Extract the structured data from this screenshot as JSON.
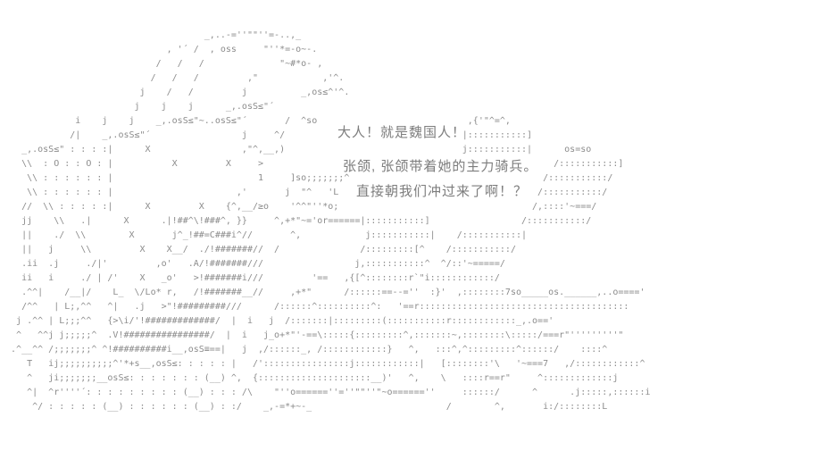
{
  "page": {
    "background_color": "#ffffff",
    "art_color": "#8c8c8c",
    "dialogue_color": "#7d7d7d"
  },
  "dialogue": {
    "line1": "大人！就是魏国人！",
    "line2": "张颌, 张颌带着她的主力骑兵。",
    "line3": "直接朝我们冲过来了啊！？"
  },
  "art": {
    "description": "ascii-art-scene-rider-with-banners-and-cavalry",
    "lines": [
      "",
      "",
      "                                      _,..-=''\"\"''=-..,_",
      "                               , '´ /  , oss     \"''*=-o~-.",
      "                             /   /   /              \"~#*o- ,",
      "                            /   /   /         ,\"            ,'^.",
      "                          j    /   /         j          _,os≤^'^.",
      "                         j    j    j      _,.osS≤\"´",
      "              i    j    j    _,.osS≤\"~..osS≤\"´       /  ^so                            ,{'\"^=^,",
      "             /|    _,.osS≤\"´                 j     ^/                                 |:::::::::::]",
      "    _,.osS≤\" : : : :|      X                 ,\"^,__,)                                 j:::::::::::|      os=so",
      "    \\\\  : O : : O : |           X         X     >                                                      /:::::::::::]",
      "     \\\\ : : : : : : |                           1     ]so;;;;;;;^                                    /:::::::::::/",
      "     \\\\ : : : : : : |                       ,'       j  \"^   'L                                     /:::::::::::/",
      "    //  \\\\ : : : : :|      X         X    {^,__/≥o    '^^\"''*o;                                    /,::::'~===/",
      "    jj    \\\\   .|      X      .|!##^\\!###^, }}     ^,+*\"~='or======|:::::::::::]                 /:::::::::::/",
      "    ||    ./  \\\\        X       j^_!##=C###i^//       ^,            j:::::::::::|    /:::::::::::|",
      "    ||   j     \\\\         X    X__/  ./!#######//  /               /:::::::::[^    /:::::::::::/",
      "    .ii  .j     ./|'         ,o'   .A/!#######///                 j,:::::::::::^  ^/::'~=====/",
      "    ii   i     ./ | /'    X   _o'   >!#######i///         '==   ,{[^::::::::r`\"i::::::::::::/",
      "    .^^|    /__|/    L_  \\/Lo* r,   /!#######__//     ,+*\"      /::::::==--=''  :}'  ,::::::::7so_____os.______,..o===='",
      "    /^^   | L;,^^   ^|   .j   >\"!#########///      /::::::^::::::::::^:   '==r:::::::::::::::::::::::::::::::::::::::",
      "   j .^^ | L;;;^^   {>\\i/'!#############/  |  i   j  /:::::::|:::::::::(:::::::::::r::::::::::::_,.o=='",
      "   ^   ^^j j;;;;;^  .V!################/  |  i   j_o+*\"'-==\\:::::{:::::::::^,:::::::~,::::::::\\:::::/===r\"'''''''''\"",
      "  .^__^^ /;;;;;;;^ ^!##########i__,osS≡==|   j  ,/::::::_, /::::::::::::}   ^,   :::^,^:::::::::^::::::/    ::::^",
      "     T   ij;;;;;;;;;;^'*+s__,osS≤: : : : : |   /'::::::::::::::::j::::::::::::|   [::::::::'\\   '~===7   ,/::::::::::::^",
      "     ^   ji;;;;;;;__osS≤: : : : : : : (__) ^,  {:::::::::::::::::::::__)'   ^,    \\   ::::r==r\"     ^:::::::::::::j",
      "     ^|  ^r''''´: : : : : : : : : (__) : : : /\\    \"''o======''=''\"\"''\"~o======''     ::::::/      ^      .j:::::,::::::i",
      "      ^/ : : : : : (__) : : : : : : (__) : :/    _,-=*+~-_                         /        ^,       i:/::::::::L",
      "",
      ""
    ]
  }
}
